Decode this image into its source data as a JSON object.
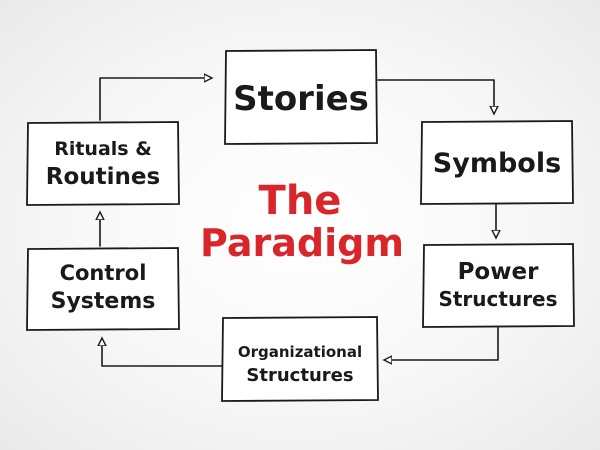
{
  "diagram": {
    "title_line1": "The",
    "title_line2": "Paradigm",
    "nodes": {
      "stories": {
        "lines": [
          "Stories"
        ]
      },
      "symbols": {
        "lines": [
          "Symbols"
        ]
      },
      "power": {
        "lines": [
          "Power",
          "Structures"
        ]
      },
      "org": {
        "lines": [
          "Organizational",
          "Structures"
        ]
      },
      "control": {
        "lines": [
          "Control",
          "Systems"
        ]
      },
      "rituals": {
        "lines": [
          "Rituals &",
          "Routines"
        ]
      }
    },
    "colors": {
      "title": "#d8262b",
      "ink": "#1a1a1a",
      "box_fill": "#ffffff"
    }
  }
}
